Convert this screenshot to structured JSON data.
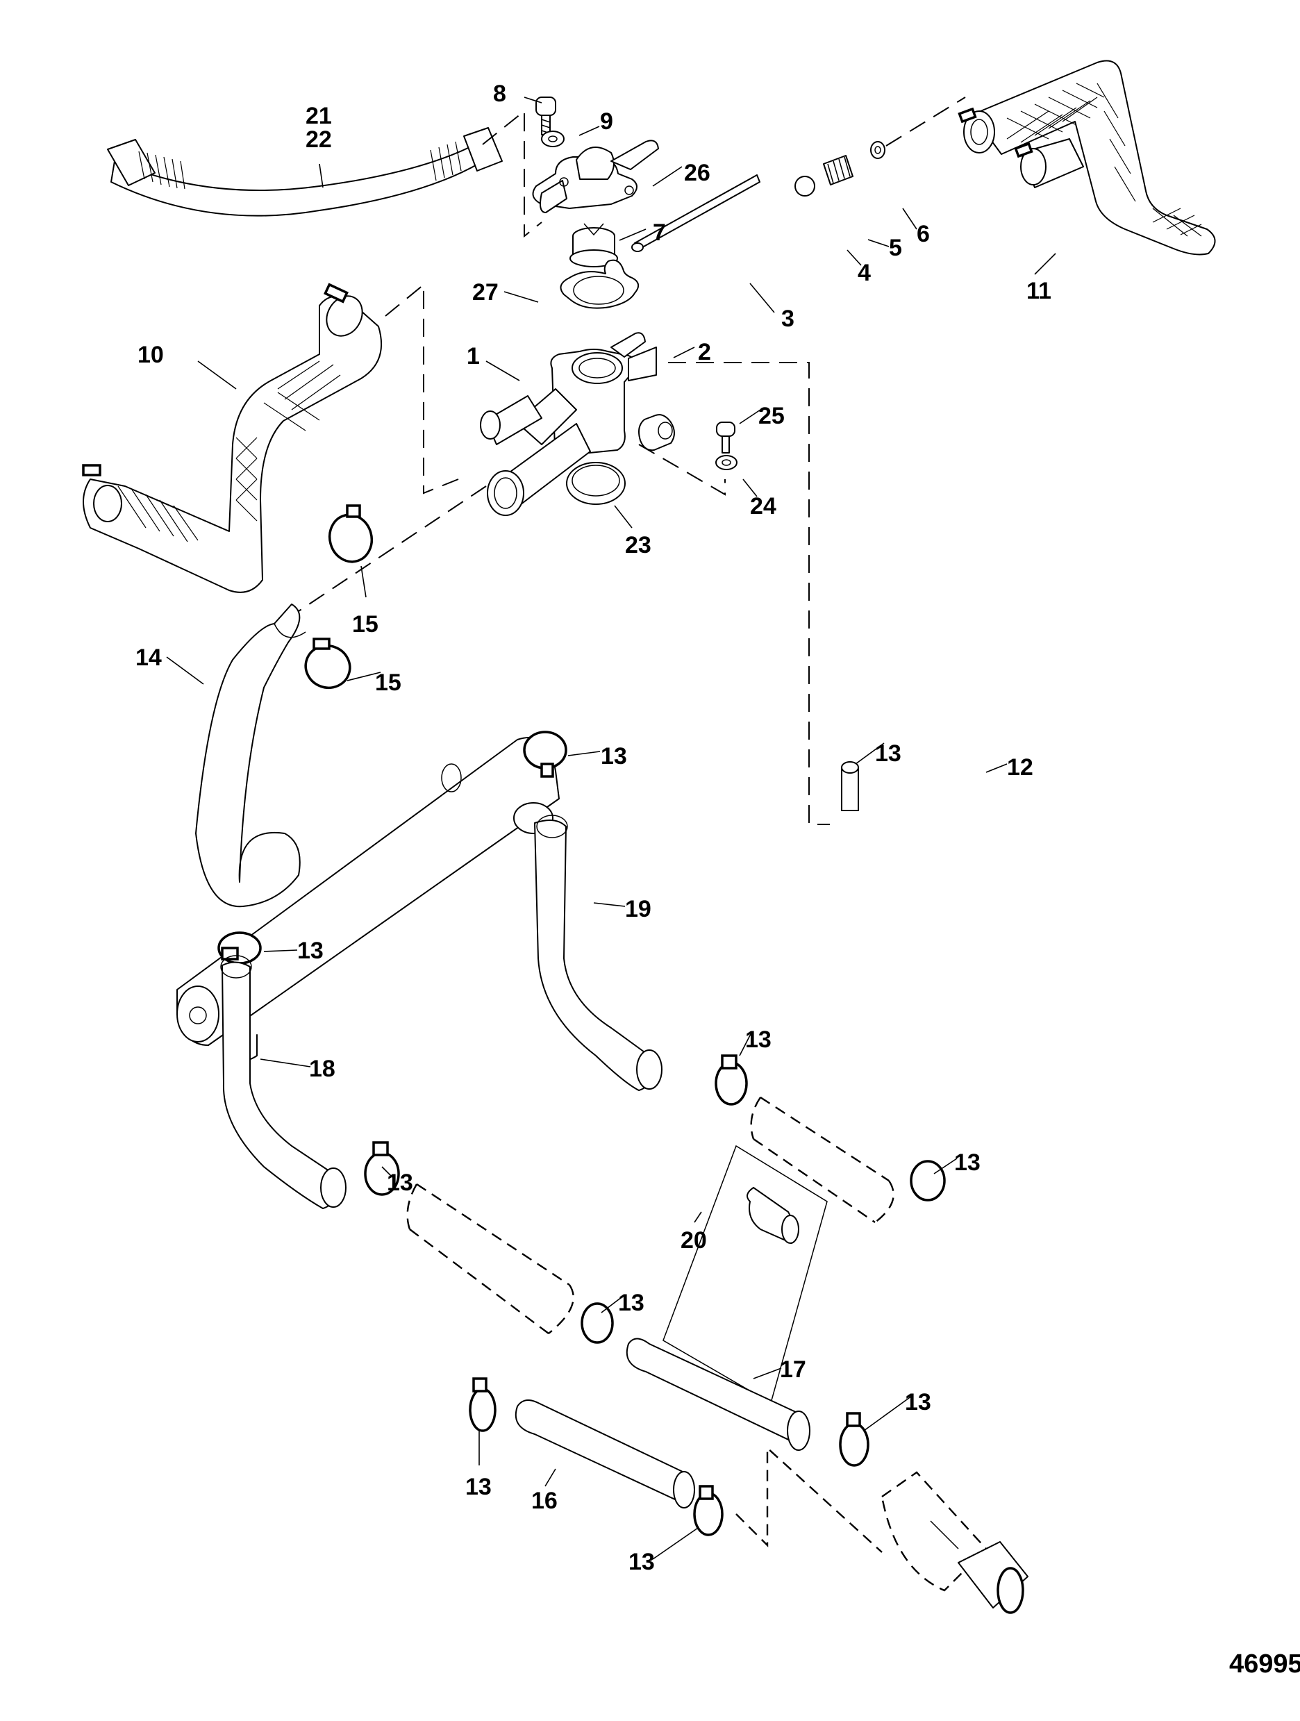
{
  "figure": {
    "number": "46995",
    "title": "Cooling system hoses and thermostat housing - exploded view"
  },
  "callouts": {
    "c1": "1",
    "c2": "2",
    "c3": "3",
    "c4": "4",
    "c5": "5",
    "c6": "6",
    "c7": "7",
    "c8": "8",
    "c9": "9",
    "c10": "10",
    "c11": "11",
    "c12": "12",
    "c13": "13",
    "c14": "14",
    "c15": "15",
    "c16": "16",
    "c17": "17",
    "c18": "18",
    "c19": "19",
    "c20": "20",
    "c21": "21",
    "c22": "22",
    "c23": "23",
    "c24": "24",
    "c25": "25",
    "c26": "26",
    "c27": "27"
  },
  "parts": [
    {
      "ref": "1",
      "name": "thermostat-housing"
    },
    {
      "ref": "2",
      "name": "plug"
    },
    {
      "ref": "3",
      "name": "rod"
    },
    {
      "ref": "4",
      "name": "ball"
    },
    {
      "ref": "5",
      "name": "spring"
    },
    {
      "ref": "6",
      "name": "retainer"
    },
    {
      "ref": "7",
      "name": "thermostat"
    },
    {
      "ref": "8",
      "name": "screw"
    },
    {
      "ref": "9",
      "name": "washer"
    },
    {
      "ref": "10",
      "name": "hose-reinforced"
    },
    {
      "ref": "11",
      "name": "hose-reinforced"
    },
    {
      "ref": "12",
      "name": "hose"
    },
    {
      "ref": "13",
      "name": "hose-clamp"
    },
    {
      "ref": "14",
      "name": "hose"
    },
    {
      "ref": "15",
      "name": "hose-clamp"
    },
    {
      "ref": "16",
      "name": "hose"
    },
    {
      "ref": "17",
      "name": "hose"
    },
    {
      "ref": "18",
      "name": "hose"
    },
    {
      "ref": "19",
      "name": "hose"
    },
    {
      "ref": "20",
      "name": "coupler"
    },
    {
      "ref": "21",
      "name": "hose"
    },
    {
      "ref": "22",
      "name": "hose"
    },
    {
      "ref": "23",
      "name": "seal"
    },
    {
      "ref": "24",
      "name": "washer"
    },
    {
      "ref": "25",
      "name": "screw"
    },
    {
      "ref": "26",
      "name": "thermostat-cover"
    },
    {
      "ref": "27",
      "name": "gasket"
    }
  ]
}
